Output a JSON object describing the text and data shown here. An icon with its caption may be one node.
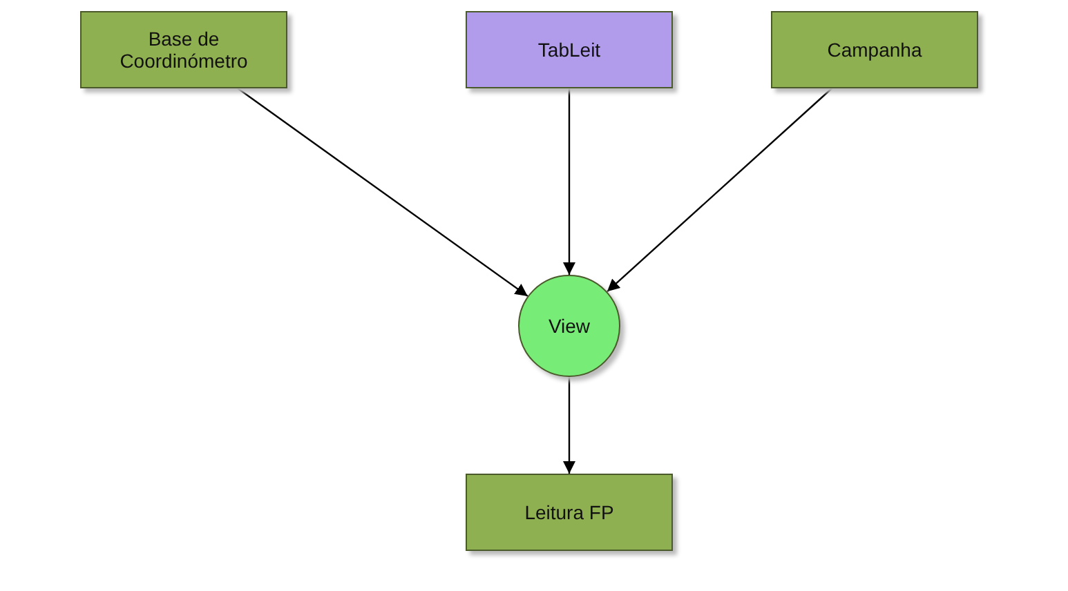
{
  "diagram": {
    "nodes": [
      {
        "text": [
          "Base de Coordinómetro"
        ]
      },
      {
        "text": [
          "TabLeit"
        ]
      },
      {
        "text": [
          "Campanha"
        ]
      },
      {
        "text": [
          "View"
        ]
      },
      {
        "text": [
          "Leitura FP"
        ]
      }
    ],
    "edges": [
      {
        "from": 0,
        "to": 3,
        "arrow": "to"
      },
      {
        "from": 1,
        "to": 3,
        "arrow": "to"
      },
      {
        "from": 2,
        "to": 3,
        "arrow": "to"
      },
      {
        "from": 3,
        "to": 4,
        "arrow": "to"
      }
    ]
  }
}
